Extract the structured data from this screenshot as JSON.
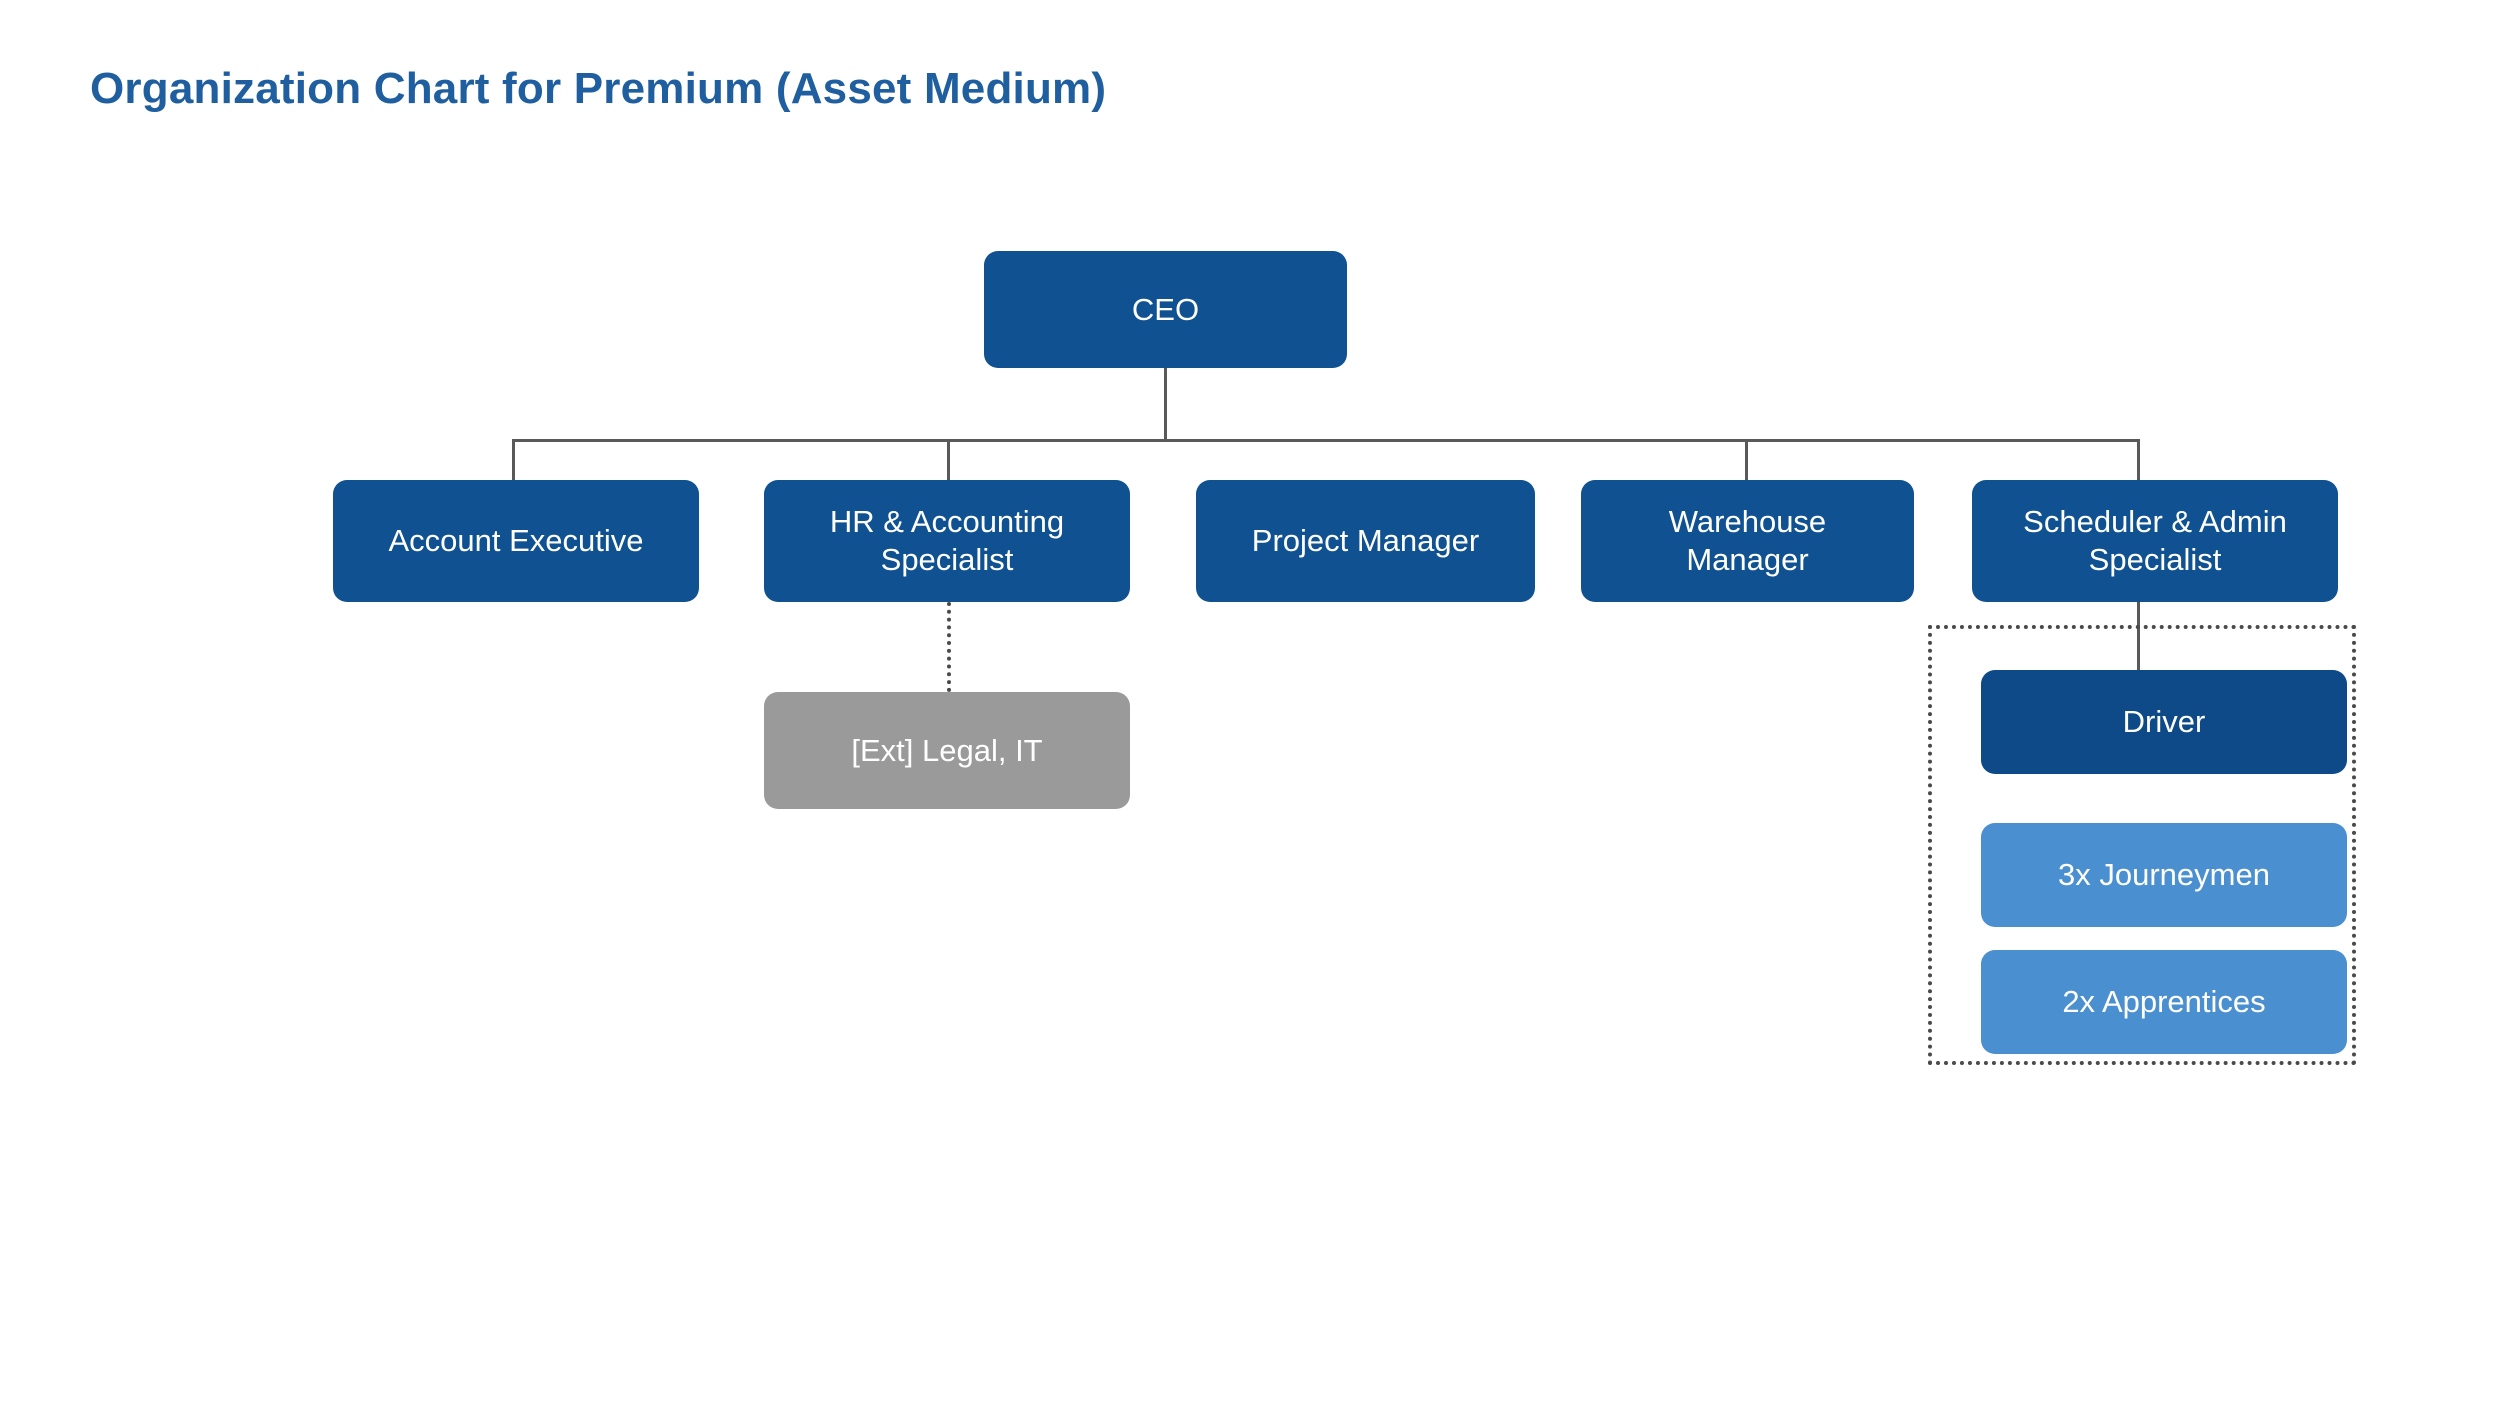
{
  "page": {
    "title": "Organization Chart for Premium (Asset Medium)",
    "background_color": "#ffffff",
    "title_color": "#1f5fa0"
  },
  "colors": {
    "node_dark_blue": "#0f5191",
    "node_darker_blue": "#0d4a87",
    "node_light_blue": "#4a8fd0",
    "node_gray": "#9a9a9a",
    "connector": "#595959",
    "dotted": "#4a4a4a",
    "node_text": "#ffffff"
  },
  "chart_data": {
    "type": "diagram",
    "diagram_kind": "organization-chart",
    "title": "Organization Chart for Premium (Asset Medium)",
    "nodes": [
      {
        "id": "ceo",
        "label": "CEO",
        "level": 0,
        "style": "dark",
        "lines": 1
      },
      {
        "id": "account_exec",
        "label": "Account Executive",
        "level": 1,
        "style": "dark",
        "lines": 1
      },
      {
        "id": "hr_acct",
        "label": "HR & Accounting\nSpecialist",
        "level": 1,
        "style": "dark",
        "lines": 2
      },
      {
        "id": "proj_mgr",
        "label": "Project Manager",
        "level": 1,
        "style": "dark",
        "lines": 1
      },
      {
        "id": "wh_mgr",
        "label": "Warehouse\nManager",
        "level": 1,
        "style": "dark",
        "lines": 2
      },
      {
        "id": "sched_admin",
        "label": "Scheduler & Admin\nSpecialist",
        "level": 1,
        "style": "dark",
        "lines": 2
      },
      {
        "id": "ext_legal",
        "label": "[Ext] Legal, IT",
        "level": 2,
        "style": "gray",
        "lines": 1
      },
      {
        "id": "driver",
        "label": "Driver",
        "level": 2,
        "style": "darker",
        "lines": 1
      },
      {
        "id": "journeymen",
        "label": "3x Journeymen",
        "level": 3,
        "style": "light",
        "lines": 1
      },
      {
        "id": "apprentices",
        "label": "2x Apprentices",
        "level": 3,
        "style": "light",
        "lines": 1
      }
    ],
    "edges": [
      {
        "from": "ceo",
        "to": "account_exec",
        "style": "solid"
      },
      {
        "from": "ceo",
        "to": "hr_acct",
        "style": "solid"
      },
      {
        "from": "ceo",
        "to": "proj_mgr",
        "style": "solid"
      },
      {
        "from": "ceo",
        "to": "wh_mgr",
        "style": "solid"
      },
      {
        "from": "ceo",
        "to": "sched_admin",
        "style": "solid"
      },
      {
        "from": "hr_acct",
        "to": "ext_legal",
        "style": "dotted"
      },
      {
        "from": "sched_admin",
        "to": "driver",
        "style": "solid"
      }
    ],
    "groups": [
      {
        "id": "crew_group",
        "border": "dotted",
        "members": [
          "driver",
          "journeymen",
          "apprentices"
        ]
      }
    ],
    "legend": [],
    "annotations": []
  },
  "nodes": {
    "ceo": {
      "label": "CEO"
    },
    "account_exec": {
      "label": "Account Executive"
    },
    "hr_acct": {
      "label": "HR & Accounting\nSpecialist"
    },
    "proj_mgr": {
      "label": "Project Manager"
    },
    "wh_mgr": {
      "label": "Warehouse\nManager"
    },
    "sched_admin": {
      "label": "Scheduler & Admin\nSpecialist"
    },
    "ext_legal": {
      "label": "[Ext] Legal, IT"
    },
    "driver": {
      "label": "Driver"
    },
    "journeymen": {
      "label": "3x Journeymen"
    },
    "apprentices": {
      "label": "2x Apprentices"
    }
  }
}
